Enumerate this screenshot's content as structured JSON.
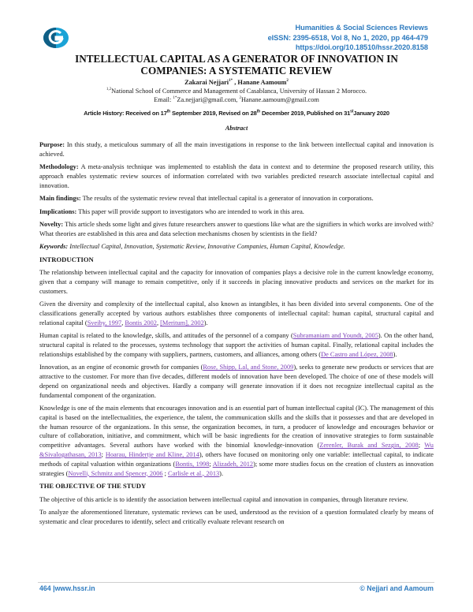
{
  "journal": {
    "name": "Humanities & Social Sciences Reviews",
    "issn_line": "eISSN: 2395-6518, Vol 8, No 1, 2020, pp 464-479",
    "doi": "https://doi.org/10.18510/hssr.2020.8158",
    "logo_icon": "g-logo-icon",
    "accent_color": "#2e7bbf"
  },
  "title": {
    "line1": "INTELLECTUAL CAPITAL AS A GENERATOR OF INNOVATION IN",
    "line2": "COMPANIES: A SYSTEMATIC REVIEW"
  },
  "authors": {
    "author1": "Zakarai Nejjari",
    "author1_sup": "1*",
    "separator": " , ",
    "author2": "Hanane Aamoum",
    "author2_sup": "2",
    "affil_sup": "1,2",
    "affiliation": "National School of Commerce and Management of Casablanca, University of Hassan 2 Morocco.",
    "email_label": "Email: ",
    "email1_sup": "1*",
    "email1": "Za.nejjari@gmail.com, ",
    "email2_sup": "2",
    "email2": "Hanane.aamoum@gmail.com"
  },
  "history": {
    "prefix": "Article History: Received on 17",
    "sup1": "th",
    "mid1": " September 2019, Revised on 28",
    "sup2": "th",
    "mid2": " December 2019, Published on 31",
    "sup3": "st",
    "end": "January 2020"
  },
  "abstract": {
    "heading": "Abstract",
    "purpose_label": "Purpose:",
    "purpose": " In this study, a meticulous summary of all the main investigations in response to the link between intellectual capital and innovation is achieved.",
    "methodology_label": "Methodology:",
    "methodology": " A meta-analysis technique was implemented to establish the data in context and to determine the proposed research utility, this approach enables systematic review sources of information correlated with two variables predicted research associate intellectual capital and innovation.",
    "findings_label": "Main findings:",
    "findings": " The results of the systematic review reveal that intellectual capital is a generator of innovation in corporations.",
    "implications_label": "Implications:",
    "implications": " This paper will provide support to investigators who are intended to work in this area.",
    "novelty_label": "Novelty:",
    "novelty": " This article sheds some light and gives future researchers answer to questions like what are the signifiers in which works are involved with? What theories are established in this area and data selection mechanisms chosen by scientists in the field?",
    "keywords_label": "Keywords:",
    "keywords": " Intellectual Capital, Innovation, Systematic Review, Innovative Companies, Human Capital, Knowledge."
  },
  "introduction": {
    "heading": "INTRODUCTION",
    "p1": "The relationship between intellectual capital and the capacity for innovation of companies plays a decisive role in the current knowledge economy, given that a company will manage to remain competitive, only if it succeeds in placing innovative products and services on the market for its customers.",
    "p2_a": "Given the diversity and complexity of the intellectual capital, also known as intangibles, it has been divided into several components. One of the classifications generally accepted by various authors establishes three components of intellectual capital: human capital, structural capital and relational capital (",
    "p2_ref1": "Sveiby, 1997",
    "p2_sep1": ", ",
    "p2_ref2": "Bontis 2002",
    "p2_sep2": ", ",
    "p2_ref3": "[Meritum], 2002",
    "p2_end": ").",
    "p3_a": "Human capital is related to the knowledge, skills, and attitudes of the personnel of a company (",
    "p3_ref1": "Subramaniam and Youndt, 2005",
    "p3_b": "). On the other hand, structural capital is related to the processes, systems technology that support the activities of human capital. Finally, relational capital includes the relationships established by the company with suppliers, partners, customers, and alliances, among others (",
    "p3_ref2": "De Castro and López, 2008",
    "p3_end": ").",
    "p4_a": "Innovation, as an engine of economic growth for companies (",
    "p4_ref1": "Rose, Shipp, Lal, and Stone, 2009",
    "p4_b": "), seeks to generate new products or services that are attractive to the customer. For more than five decades, different models of innovation have been developed. The choice of one of these models will depend on organizational needs and objectives. Hardly a company will generate innovation if it does not recognize intellectual capital as the fundamental component of the organization.",
    "p5_a": "Knowledge is one of the main elements that encourages innovation and is an essential part of human intellectual capital (IC). The management of this capital is based on the intellectualities, the experience, the talent, the communication skills and the skills that it possesses and that are developed in the human resource of the organizations. In this sense, the organization becomes, in turn, a producer of knowledge and encourages behavior or culture of collaboration, initiative, and commitment, which will be basic ingredients for the creation of innovative strategies to form sustainable competitive advantages. Several authors have worked with the binomial knowledge-innovation (",
    "p5_ref1": "Zerenler, Burak and Sezgin, 2008",
    "p5_sep1": "; ",
    "p5_ref2": "Wu &Sivalogathasan, 2013",
    "p5_sep2": "; ",
    "p5_ref3": "Hoarau, Hindertje and Kline, 2014",
    "p5_b": "), others have focused on monitoring only one variable: intellectual capital, to indicate methods of capital valuation within organizations (",
    "p5_ref4": "Bontis, 1998",
    "p5_sep3": "; ",
    "p5_ref5": "Alizadeh, 2012",
    "p5_c": "); some more studies focus on the creation of clusters as innovation strategies (",
    "p5_ref6": "Novelli, Schmitz and Spencer, 2006",
    "p5_sep4": " ; ",
    "p5_ref7": "Carlisle et al., 2013",
    "p5_end": ")."
  },
  "objective": {
    "heading": "THE OBJECTIVE OF THE STUDY",
    "p1": "The objective of this article is to identify the association between intellectual capital and innovation in companies, through literature review.",
    "p2": "To analyze the aforementioned literature, systematic reviews can be used, understood as the revision of a question formulated clearly by means of systematic and clear procedures to identify, select and critically evaluate relevant research on"
  },
  "footer": {
    "left": "464 |www.hssr.in",
    "right": "© Nejjari and Aamoum"
  }
}
